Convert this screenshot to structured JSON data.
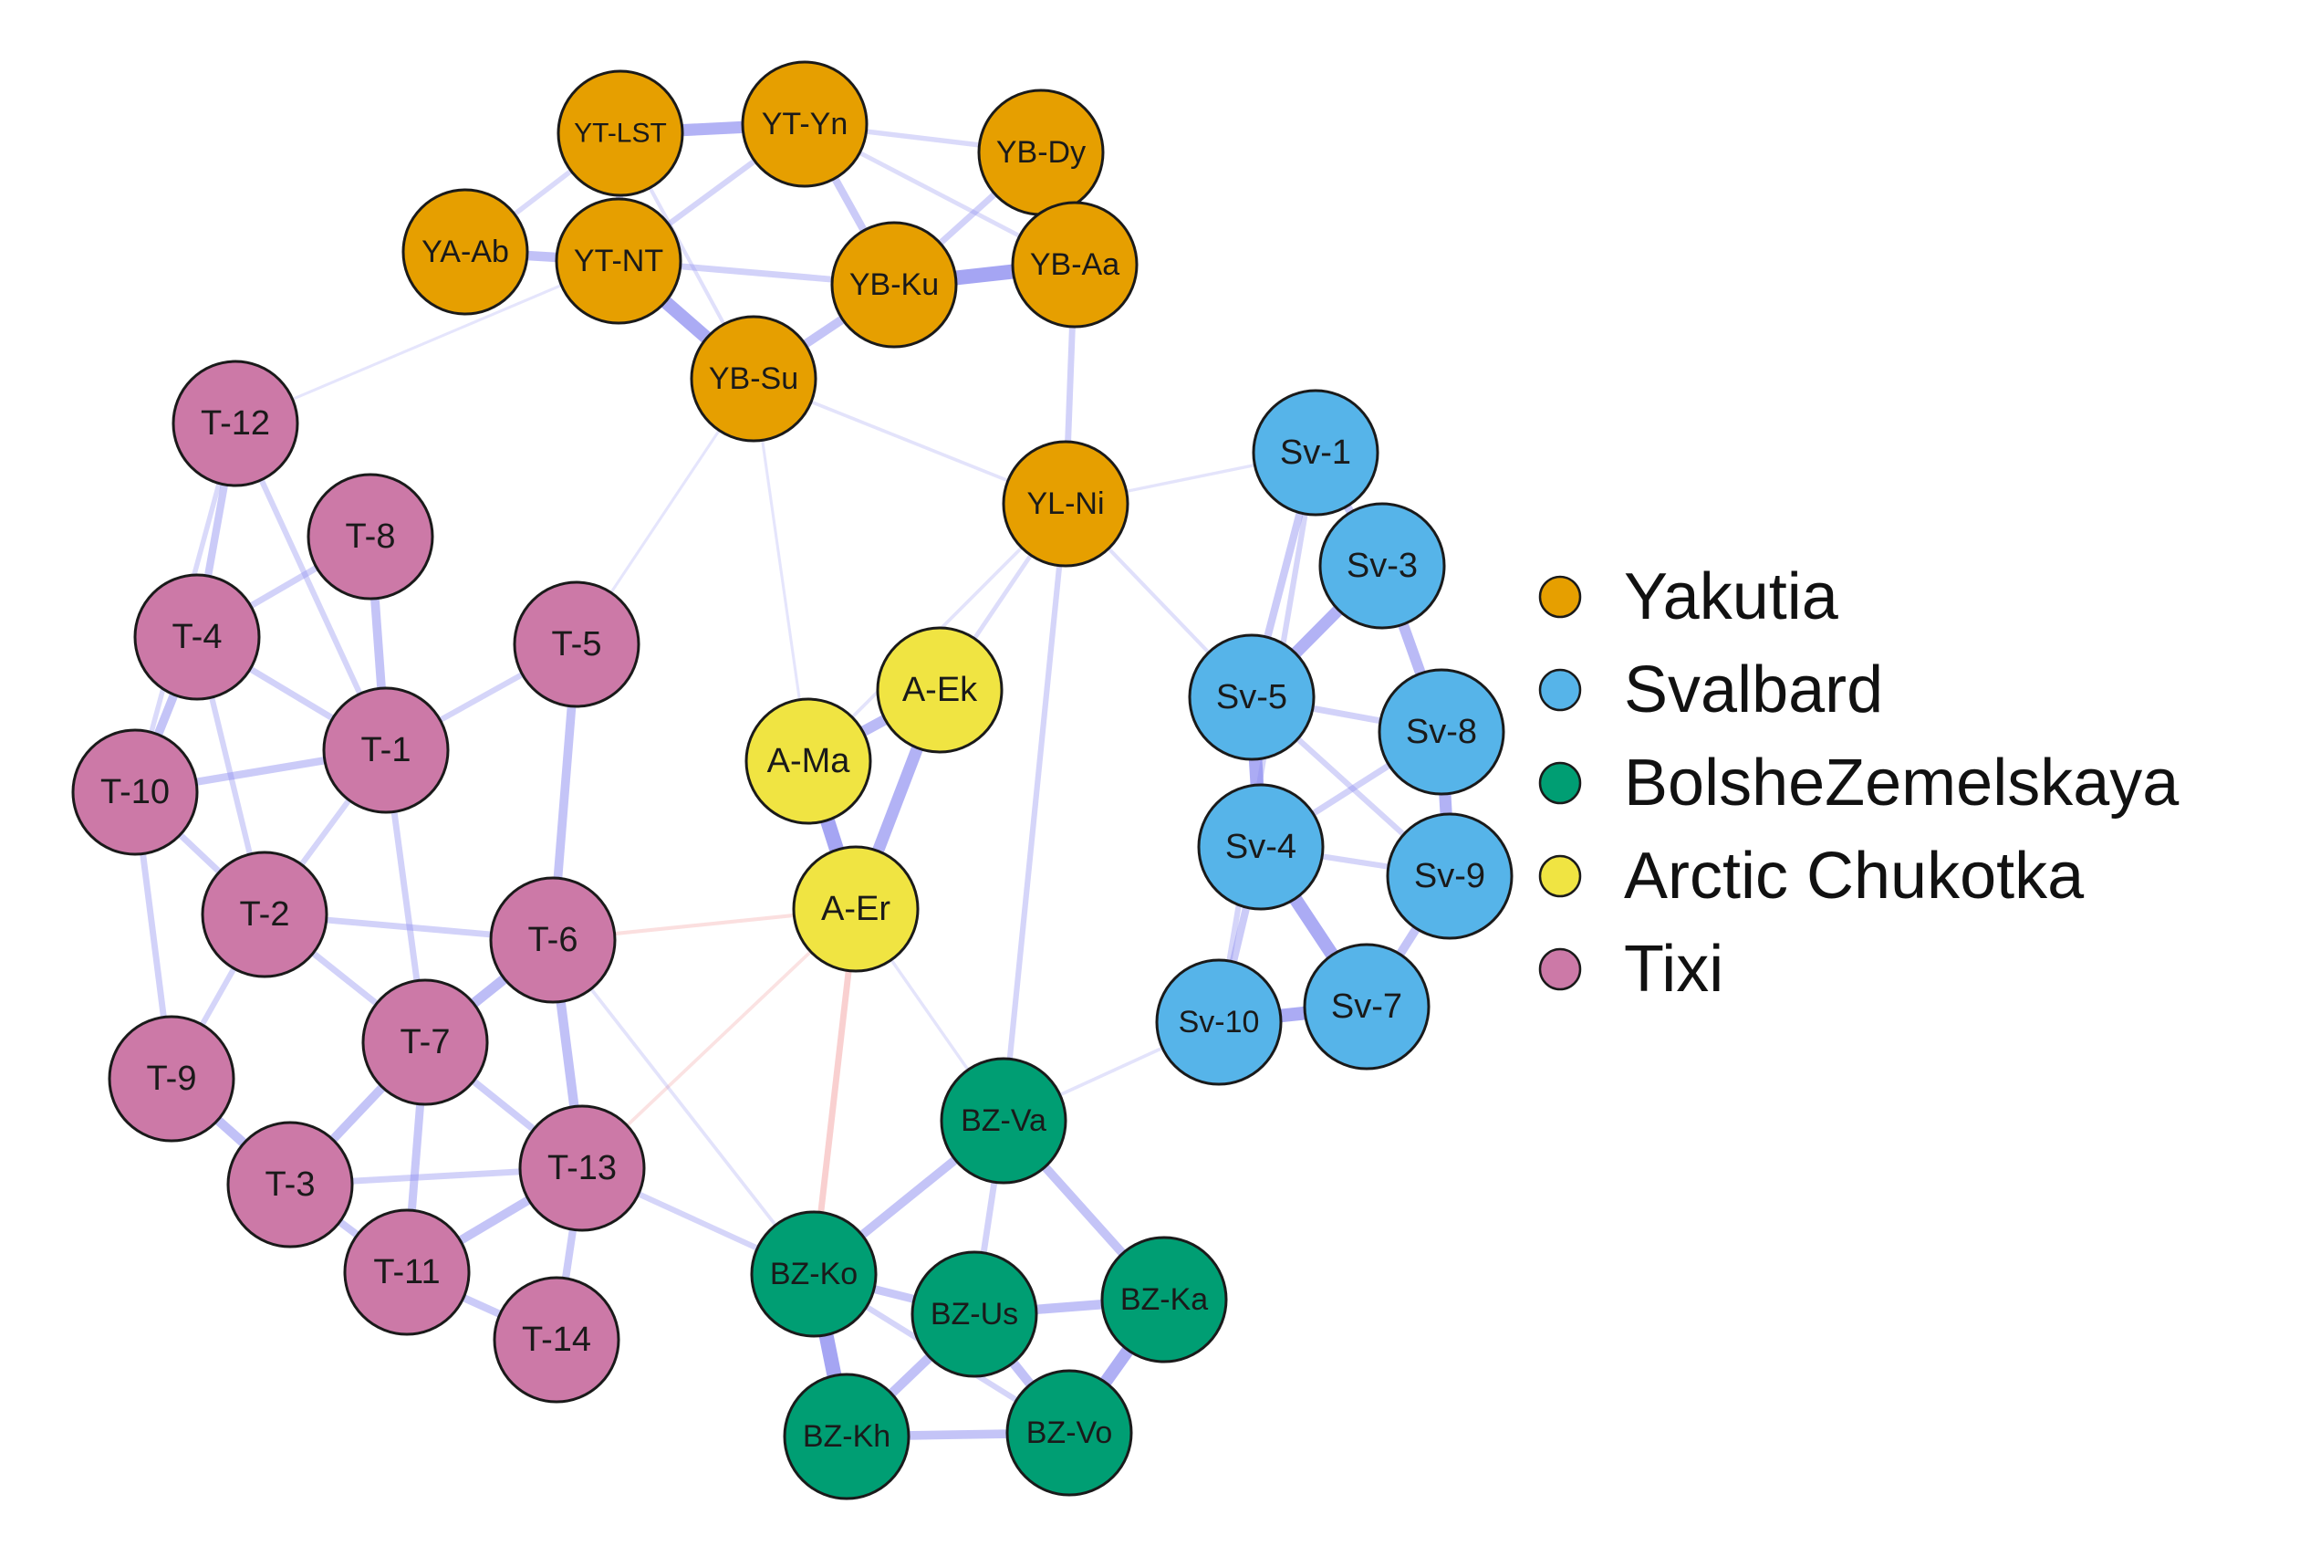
{
  "groups": [
    {
      "id": "yakutia",
      "name": "Yakutia",
      "color": "#E69F00"
    },
    {
      "id": "svalbard",
      "name": "Svalbard",
      "color": "#56B4E9"
    },
    {
      "id": "bolshe",
      "name": "BolsheZemelskaya",
      "color": "#009E73"
    },
    {
      "id": "chukotka",
      "name": "Arctic Chukotka",
      "color": "#F0E442"
    },
    {
      "id": "tixi",
      "name": "Tixi",
      "color": "#CC79A7"
    }
  ],
  "nodes": [
    {
      "id": "YT-LST",
      "group": "yakutia"
    },
    {
      "id": "YT-Yn",
      "group": "yakutia"
    },
    {
      "id": "YB-Dy",
      "group": "yakutia"
    },
    {
      "id": "YA-Ab",
      "group": "yakutia"
    },
    {
      "id": "YT-NT",
      "group": "yakutia"
    },
    {
      "id": "YB-Ku",
      "group": "yakutia"
    },
    {
      "id": "YB-Aa",
      "group": "yakutia"
    },
    {
      "id": "YB-Su",
      "group": "yakutia"
    },
    {
      "id": "YL-Ni",
      "group": "yakutia"
    },
    {
      "id": "Sv-1",
      "group": "svalbard"
    },
    {
      "id": "Sv-3",
      "group": "svalbard"
    },
    {
      "id": "Sv-5",
      "group": "svalbard"
    },
    {
      "id": "Sv-8",
      "group": "svalbard"
    },
    {
      "id": "Sv-4",
      "group": "svalbard"
    },
    {
      "id": "Sv-9",
      "group": "svalbard"
    },
    {
      "id": "Sv-10",
      "group": "svalbard"
    },
    {
      "id": "Sv-7",
      "group": "svalbard"
    },
    {
      "id": "A-Ek",
      "group": "chukotka"
    },
    {
      "id": "A-Ma",
      "group": "chukotka"
    },
    {
      "id": "A-Er",
      "group": "chukotka"
    },
    {
      "id": "T-12",
      "group": "tixi"
    },
    {
      "id": "T-8",
      "group": "tixi"
    },
    {
      "id": "T-4",
      "group": "tixi"
    },
    {
      "id": "T-5",
      "group": "tixi"
    },
    {
      "id": "T-1",
      "group": "tixi"
    },
    {
      "id": "T-10",
      "group": "tixi"
    },
    {
      "id": "T-2",
      "group": "tixi"
    },
    {
      "id": "T-6",
      "group": "tixi"
    },
    {
      "id": "T-7",
      "group": "tixi"
    },
    {
      "id": "T-9",
      "group": "tixi"
    },
    {
      "id": "T-3",
      "group": "tixi"
    },
    {
      "id": "T-13",
      "group": "tixi"
    },
    {
      "id": "T-11",
      "group": "tixi"
    },
    {
      "id": "T-14",
      "group": "tixi"
    },
    {
      "id": "BZ-Va",
      "group": "bolshe"
    },
    {
      "id": "BZ-Ko",
      "group": "bolshe"
    },
    {
      "id": "BZ-Us",
      "group": "bolshe"
    },
    {
      "id": "BZ-Ka",
      "group": "bolshe"
    },
    {
      "id": "BZ-Kh",
      "group": "bolshe"
    },
    {
      "id": "BZ-Vo",
      "group": "bolshe"
    }
  ],
  "edges": [
    {
      "source": "YT-LST",
      "target": "YT-Yn",
      "weight": 0.8,
      "sign": "positive"
    },
    {
      "source": "YT-LST",
      "target": "YT-NT",
      "weight": 0.45,
      "sign": "positive"
    },
    {
      "source": "YT-Yn",
      "target": "YT-NT",
      "weight": 0.3,
      "sign": "positive"
    },
    {
      "source": "YT-Yn",
      "target": "YB-Ku",
      "weight": 0.45,
      "sign": "positive"
    },
    {
      "source": "YT-Yn",
      "target": "YB-Dy",
      "weight": 0.25,
      "sign": "positive"
    },
    {
      "source": "YT-Yn",
      "target": "YB-Aa",
      "weight": 0.2,
      "sign": "positive"
    },
    {
      "source": "YB-Dy",
      "target": "YB-Aa",
      "weight": 0.5,
      "sign": "positive"
    },
    {
      "source": "YB-Dy",
      "target": "YB-Ku",
      "weight": 0.35,
      "sign": "positive"
    },
    {
      "source": "YA-Ab",
      "target": "YT-NT",
      "weight": 0.6,
      "sign": "positive"
    },
    {
      "source": "YA-Ab",
      "target": "YT-LST",
      "weight": 0.25,
      "sign": "positive"
    },
    {
      "source": "YT-NT",
      "target": "YB-Su",
      "weight": 0.9,
      "sign": "positive"
    },
    {
      "source": "YT-NT",
      "target": "YB-Ku",
      "weight": 0.35,
      "sign": "positive"
    },
    {
      "source": "YB-Ku",
      "target": "YB-Aa",
      "weight": 1.0,
      "sign": "positive"
    },
    {
      "source": "YB-Ku",
      "target": "YB-Su",
      "weight": 0.55,
      "sign": "positive"
    },
    {
      "source": "YB-Aa",
      "target": "YL-Ni",
      "weight": 0.35,
      "sign": "positive"
    },
    {
      "source": "YB-Su",
      "target": "YL-Ni",
      "weight": 0.12,
      "sign": "positive"
    },
    {
      "source": "YT-LST",
      "target": "YB-Su",
      "weight": 0.15,
      "sign": "positive"
    },
    {
      "source": "YL-Ni",
      "target": "A-Ek",
      "weight": 0.2,
      "sign": "positive"
    },
    {
      "source": "YL-Ni",
      "target": "BZ-Va",
      "weight": 0.3,
      "sign": "positive"
    },
    {
      "source": "YL-Ni",
      "target": "Sv-5",
      "weight": 0.15,
      "sign": "positive"
    },
    {
      "source": "YL-Ni",
      "target": "Sv-1",
      "weight": 0.1,
      "sign": "positive"
    },
    {
      "source": "YL-Ni",
      "target": "A-Ma",
      "weight": 0.12,
      "sign": "positive"
    },
    {
      "source": "Sv-1",
      "target": "Sv-3",
      "weight": 0.5,
      "sign": "positive"
    },
    {
      "source": "Sv-1",
      "target": "Sv-5",
      "weight": 0.45,
      "sign": "positive"
    },
    {
      "source": "Sv-3",
      "target": "Sv-5",
      "weight": 0.8,
      "sign": "positive"
    },
    {
      "source": "Sv-3",
      "target": "Sv-8",
      "weight": 0.7,
      "sign": "positive"
    },
    {
      "source": "Sv-5",
      "target": "Sv-4",
      "weight": 0.9,
      "sign": "positive"
    },
    {
      "source": "Sv-5",
      "target": "Sv-8",
      "weight": 0.35,
      "sign": "positive"
    },
    {
      "source": "Sv-8",
      "target": "Sv-9",
      "weight": 0.8,
      "sign": "positive"
    },
    {
      "source": "Sv-8",
      "target": "Sv-4",
      "weight": 0.35,
      "sign": "positive"
    },
    {
      "source": "Sv-4",
      "target": "Sv-9",
      "weight": 0.3,
      "sign": "positive"
    },
    {
      "source": "Sv-4",
      "target": "Sv-7",
      "weight": 0.9,
      "sign": "positive"
    },
    {
      "source": "Sv-4",
      "target": "Sv-10",
      "weight": 0.45,
      "sign": "positive"
    },
    {
      "source": "Sv-9",
      "target": "Sv-7",
      "weight": 0.55,
      "sign": "positive"
    },
    {
      "source": "Sv-10",
      "target": "Sv-7",
      "weight": 0.9,
      "sign": "positive"
    },
    {
      "source": "Sv-1",
      "target": "Sv-10",
      "weight": 0.3,
      "sign": "positive"
    },
    {
      "source": "Sv-5",
      "target": "Sv-9",
      "weight": 0.3,
      "sign": "positive"
    },
    {
      "source": "A-Ma",
      "target": "A-Ek",
      "weight": 0.7,
      "sign": "positive"
    },
    {
      "source": "A-Ma",
      "target": "A-Er",
      "weight": 1.0,
      "sign": "positive"
    },
    {
      "source": "A-Ek",
      "target": "A-Er",
      "weight": 0.8,
      "sign": "positive"
    },
    {
      "source": "A-Er",
      "target": "BZ-Ko",
      "weight": 0.35,
      "sign": "negative"
    },
    {
      "source": "A-Er",
      "target": "T-6",
      "weight": 0.15,
      "sign": "negative"
    },
    {
      "source": "A-Er",
      "target": "T-13",
      "weight": 0.12,
      "sign": "negative"
    },
    {
      "source": "T-12",
      "target": "T-4",
      "weight": 0.45,
      "sign": "positive"
    },
    {
      "source": "T-12",
      "target": "T-1",
      "weight": 0.3,
      "sign": "positive"
    },
    {
      "source": "T-12",
      "target": "T-10",
      "weight": 0.25,
      "sign": "positive"
    },
    {
      "source": "T-8",
      "target": "T-1",
      "weight": 0.55,
      "sign": "positive"
    },
    {
      "source": "T-8",
      "target": "T-4",
      "weight": 0.35,
      "sign": "positive"
    },
    {
      "source": "T-4",
      "target": "T-10",
      "weight": 0.55,
      "sign": "positive"
    },
    {
      "source": "T-4",
      "target": "T-1",
      "weight": 0.35,
      "sign": "positive"
    },
    {
      "source": "T-4",
      "target": "T-2",
      "weight": 0.3,
      "sign": "positive"
    },
    {
      "source": "T-5",
      "target": "T-6",
      "weight": 0.55,
      "sign": "positive"
    },
    {
      "source": "T-5",
      "target": "T-1",
      "weight": 0.3,
      "sign": "positive"
    },
    {
      "source": "T-1",
      "target": "T-10",
      "weight": 0.45,
      "sign": "positive"
    },
    {
      "source": "T-1",
      "target": "T-7",
      "weight": 0.35,
      "sign": "positive"
    },
    {
      "source": "T-1",
      "target": "T-2",
      "weight": 0.3,
      "sign": "positive"
    },
    {
      "source": "T-10",
      "target": "T-2",
      "weight": 0.35,
      "sign": "positive"
    },
    {
      "source": "T-10",
      "target": "T-9",
      "weight": 0.35,
      "sign": "positive"
    },
    {
      "source": "T-2",
      "target": "T-6",
      "weight": 0.35,
      "sign": "positive"
    },
    {
      "source": "T-2",
      "target": "T-7",
      "weight": 0.35,
      "sign": "positive"
    },
    {
      "source": "T-2",
      "target": "T-9",
      "weight": 0.3,
      "sign": "positive"
    },
    {
      "source": "T-6",
      "target": "T-7",
      "weight": 0.65,
      "sign": "positive"
    },
    {
      "source": "T-6",
      "target": "T-13",
      "weight": 0.6,
      "sign": "positive"
    },
    {
      "source": "T-7",
      "target": "T-3",
      "weight": 0.55,
      "sign": "positive"
    },
    {
      "source": "T-7",
      "target": "T-11",
      "weight": 0.5,
      "sign": "positive"
    },
    {
      "source": "T-7",
      "target": "T-13",
      "weight": 0.4,
      "sign": "positive"
    },
    {
      "source": "T-9",
      "target": "T-3",
      "weight": 0.6,
      "sign": "positive"
    },
    {
      "source": "T-3",
      "target": "T-11",
      "weight": 0.45,
      "sign": "positive"
    },
    {
      "source": "T-3",
      "target": "T-13",
      "weight": 0.35,
      "sign": "positive"
    },
    {
      "source": "T-13",
      "target": "T-11",
      "weight": 0.55,
      "sign": "positive"
    },
    {
      "source": "T-13",
      "target": "T-14",
      "weight": 0.45,
      "sign": "positive"
    },
    {
      "source": "T-11",
      "target": "T-14",
      "weight": 0.45,
      "sign": "positive"
    },
    {
      "source": "T-13",
      "target": "BZ-Ko",
      "weight": 0.3,
      "sign": "positive"
    },
    {
      "source": "T-6",
      "target": "BZ-Ko",
      "weight": 0.12,
      "sign": "positive"
    },
    {
      "source": "BZ-Va",
      "target": "BZ-Ko",
      "weight": 0.55,
      "sign": "positive"
    },
    {
      "source": "BZ-Va",
      "target": "BZ-Ka",
      "weight": 0.55,
      "sign": "positive"
    },
    {
      "source": "BZ-Va",
      "target": "BZ-Us",
      "weight": 0.35,
      "sign": "positive"
    },
    {
      "source": "BZ-Ko",
      "target": "BZ-Us",
      "weight": 0.5,
      "sign": "positive"
    },
    {
      "source": "BZ-Ko",
      "target": "BZ-Kh",
      "weight": 1.0,
      "sign": "positive"
    },
    {
      "source": "BZ-Us",
      "target": "BZ-Ka",
      "weight": 0.6,
      "sign": "positive"
    },
    {
      "source": "BZ-Us",
      "target": "BZ-Kh",
      "weight": 0.6,
      "sign": "positive"
    },
    {
      "source": "BZ-Us",
      "target": "BZ-Vo",
      "weight": 0.6,
      "sign": "positive"
    },
    {
      "source": "BZ-Ka",
      "target": "BZ-Vo",
      "weight": 0.85,
      "sign": "positive"
    },
    {
      "source": "BZ-Kh",
      "target": "BZ-Vo",
      "weight": 0.55,
      "sign": "positive"
    },
    {
      "source": "BZ-Ko",
      "target": "BZ-Vo",
      "weight": 0.3,
      "sign": "positive"
    },
    {
      "source": "BZ-Va",
      "target": "Sv-10",
      "weight": 0.12,
      "sign": "positive"
    },
    {
      "source": "YT-NT",
      "target": "T-12",
      "weight": 0.08,
      "sign": "positive"
    },
    {
      "source": "YB-Su",
      "target": "A-Ma",
      "weight": 0.08,
      "sign": "positive"
    },
    {
      "source": "T-5",
      "target": "YB-Su",
      "weight": 0.08,
      "sign": "positive"
    },
    {
      "source": "A-Er",
      "target": "BZ-Va",
      "weight": 0.1,
      "sign": "positive"
    }
  ]
}
